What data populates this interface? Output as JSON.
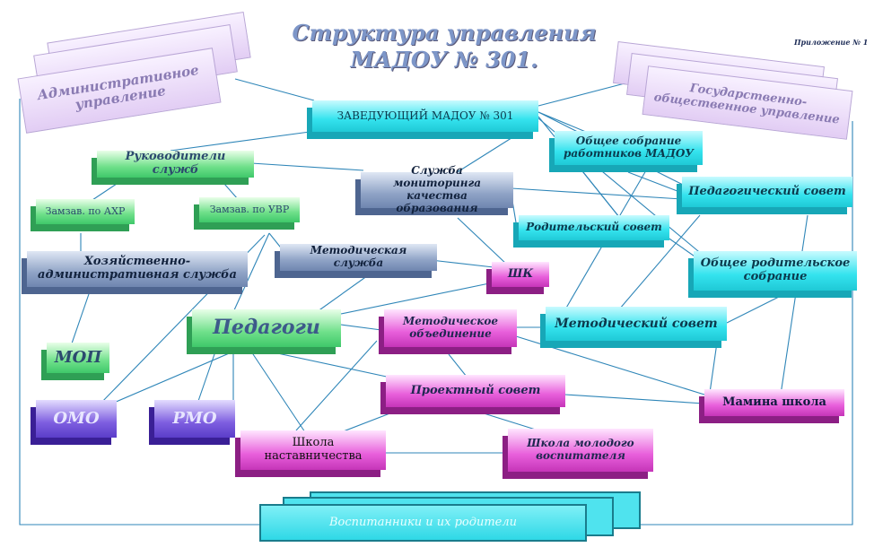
{
  "title_line1": "Структура управления",
  "title_line2": "МАДОУ № 301.",
  "annex": "Приложение № 1",
  "admin": "Административное управление",
  "gov": "Государственно-общественное управление",
  "head": "ЗАВЕДУЮЩИЙ МАДОУ № 301",
  "general_meeting": "Общее собрание работников МАДОУ",
  "service_heads": "Руководители служб",
  "monitoring": "Служба мониторинга качества образования",
  "ped_council": "Педагогический совет",
  "parent_council": "Родительский совет",
  "general_parent": "Общее родительское собрание",
  "deputy_ahr": "Замзав. по АХР",
  "deputy_uvr": "Замзав. по УВР",
  "economic_service": "Хозяйственно-административная служба",
  "method_service": "Методическая служба",
  "shk": "ШК",
  "mop": "МОП",
  "teachers": "Педагоги",
  "method_assoc": "Методическое объединение",
  "method_council": "Методический совет",
  "omo": "ОМО",
  "rmo": "РМО",
  "project_council": "Проектный совет",
  "moms_school": "Мамина школа",
  "mentoring_school": "Школа наставничества",
  "young_teacher": "Школа молодого воспитателя",
  "pupils": "Воспитанники и их родители"
}
